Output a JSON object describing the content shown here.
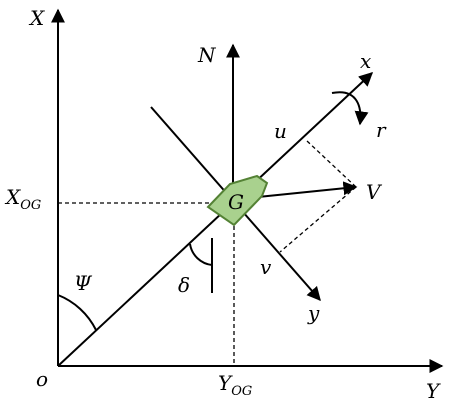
{
  "labels": {
    "X_axis": "X",
    "Y_axis": "Y",
    "origin": "o",
    "N": "N",
    "x_body": "x",
    "y_body": "y",
    "r": "r",
    "u": "u",
    "v": "v",
    "V": "V",
    "G": "G",
    "psi": "Ψ",
    "delta": "δ",
    "X_OG_main": "X",
    "X_OG_sub": "OG",
    "Y_OG_main": "Y",
    "Y_OG_sub": "OG"
  },
  "colors": {
    "ship_fill": "#a9d18e",
    "ship_stroke": "#548235",
    "line": "#000000"
  }
}
